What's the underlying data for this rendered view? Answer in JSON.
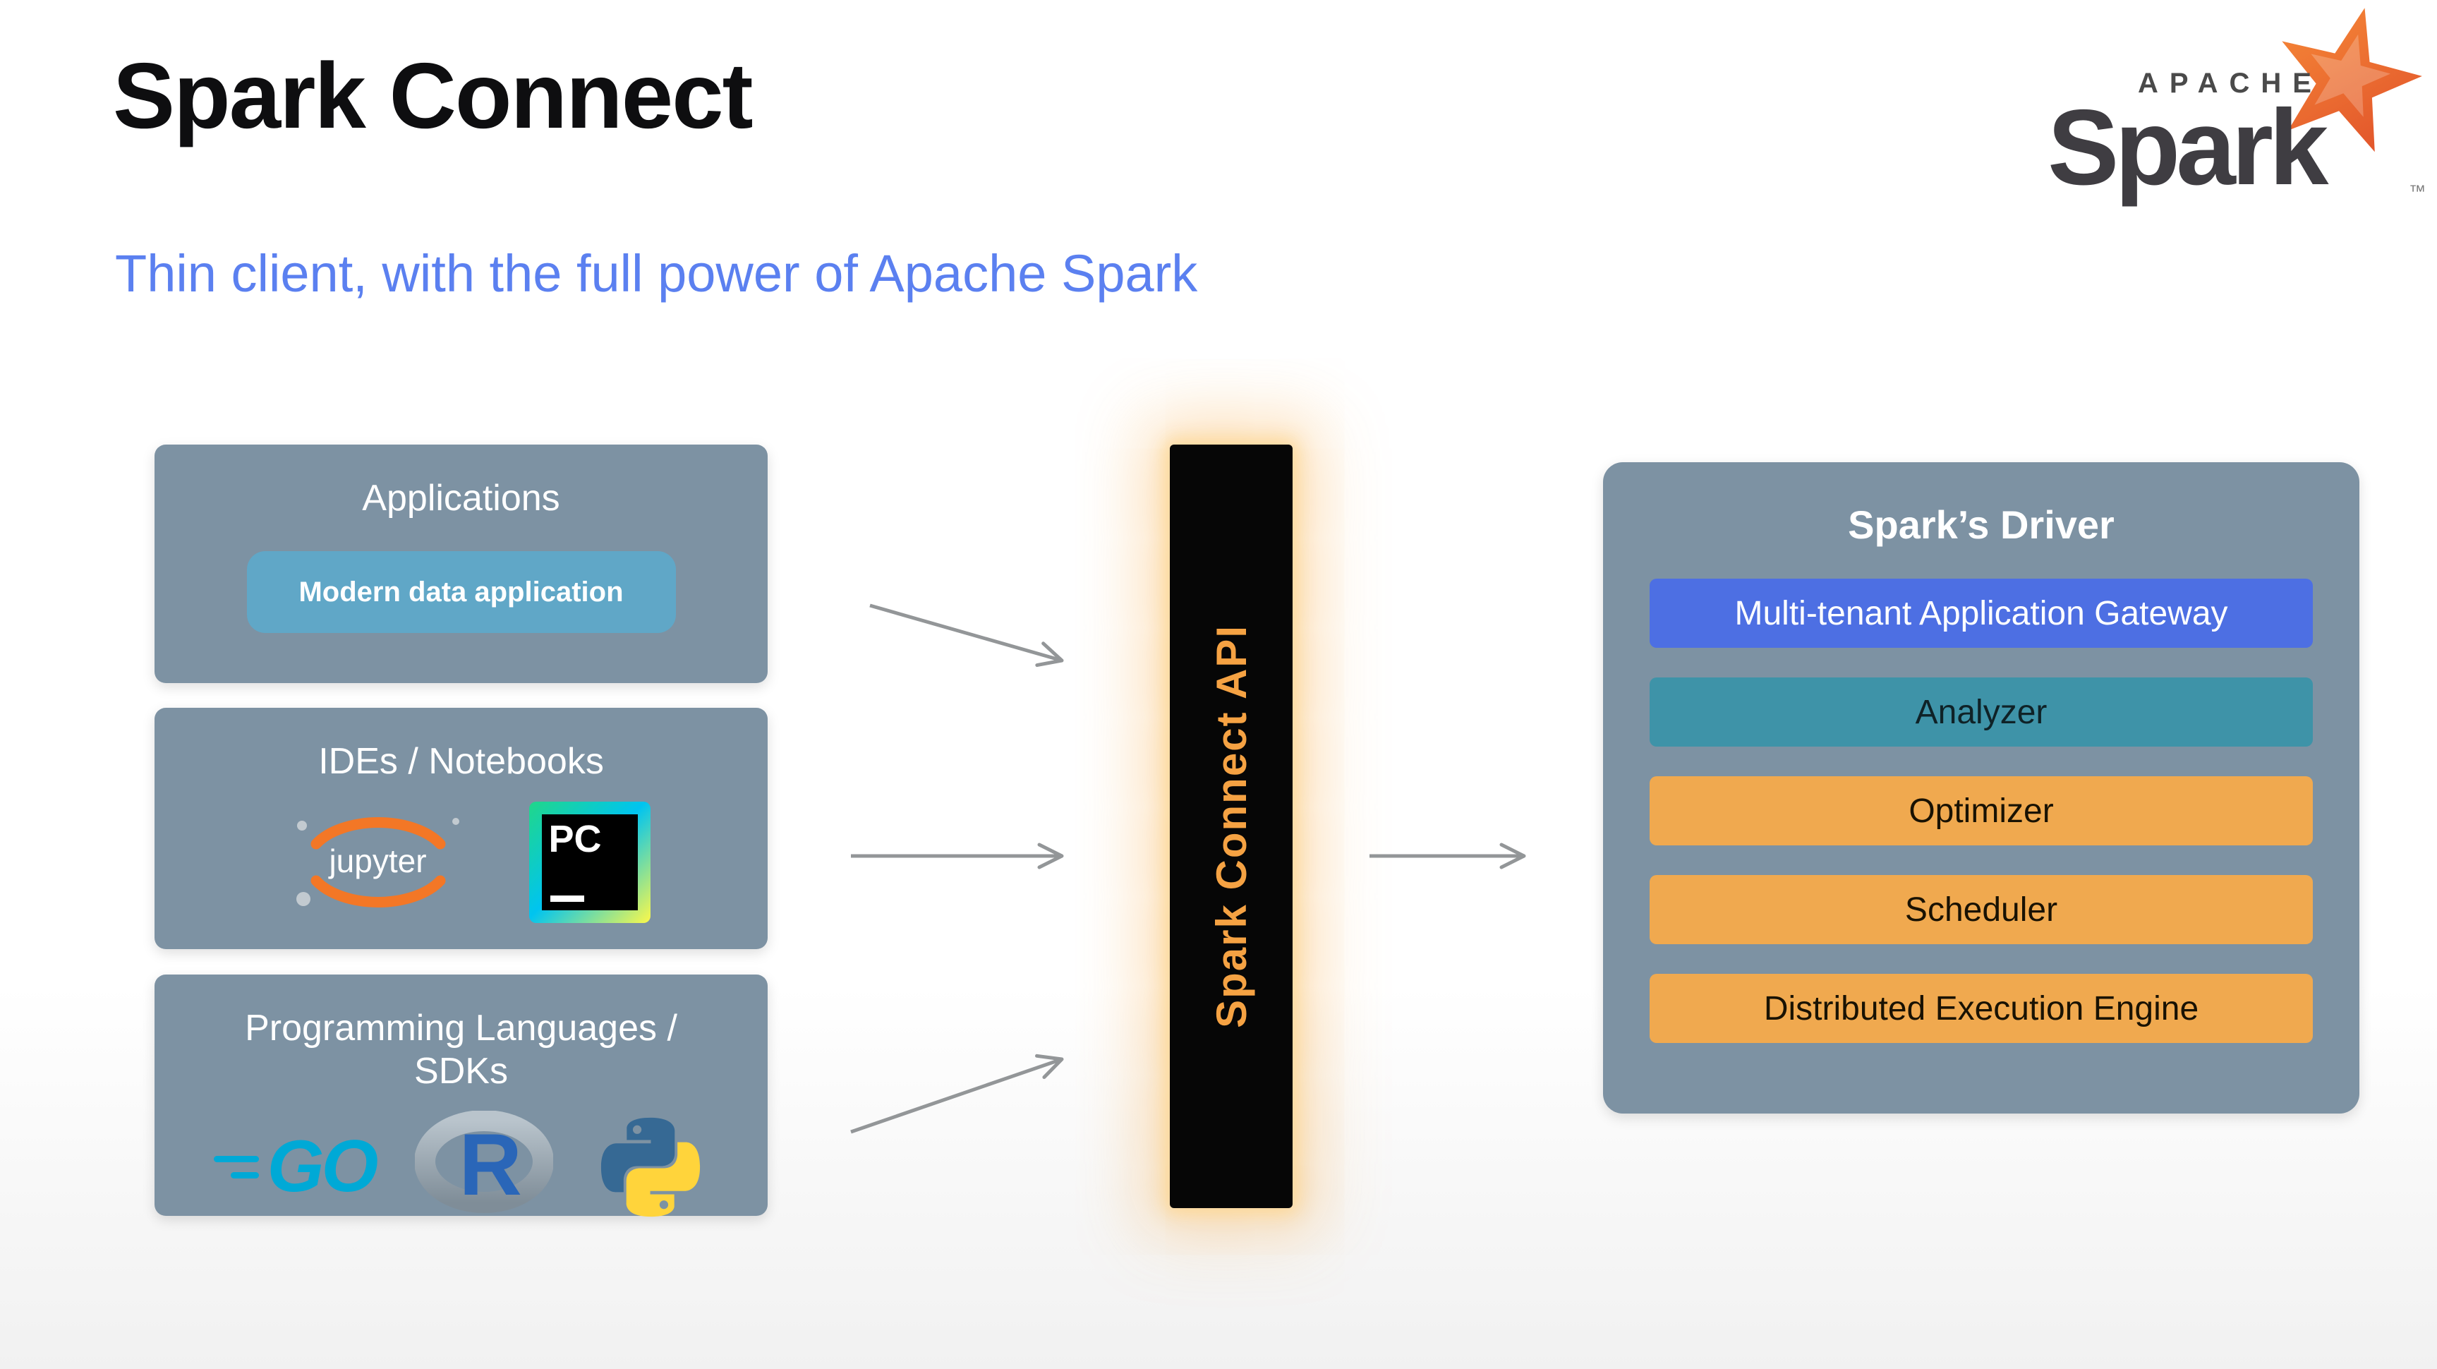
{
  "slide": {
    "title": "Spark Connect",
    "subtitle": "Thin client, with the full power of Apache Spark"
  },
  "apache_spark_logo": {
    "apache": "APACHE",
    "spark": "Spark",
    "trademark": "™"
  },
  "sources": [
    {
      "title": "Applications",
      "pill": "Modern data application"
    },
    {
      "title": "IDEs / Notebooks",
      "jupyter_label": "jupyter",
      "pycharm_label": "PC"
    },
    {
      "title": "Programming Languages / SDKs",
      "go_label": "GO",
      "r_label": "R"
    }
  ],
  "connector": {
    "label": "Spark Connect API",
    "background": "#060606",
    "glow_color": "#f5a243",
    "label_color": "#f5a243"
  },
  "driver": {
    "title": "Spark’s Driver",
    "rows": [
      {
        "label": "Multi-tenant Application Gateway",
        "color": "#4d6fe3",
        "text_color": "#ffffff"
      },
      {
        "label": "Analyzer",
        "color": "#3e93a8",
        "text_color": "#0f2227"
      },
      {
        "label": "Optimizer",
        "color": "#f0a94f",
        "text_color": "#191203"
      },
      {
        "label": "Scheduler",
        "color": "#f0a94f",
        "text_color": "#191203"
      },
      {
        "label": "Distributed Execution Engine",
        "color": "#f0a94f",
        "text_color": "#191203"
      }
    ]
  },
  "colors": {
    "panel": "#7d92a3",
    "subtitle_blue": "#5b80f0",
    "pill_blue": "#60a7c7",
    "arrow_gray": "#939698",
    "title_black": "#0e0e10",
    "spark_orange": "#e8622d"
  }
}
